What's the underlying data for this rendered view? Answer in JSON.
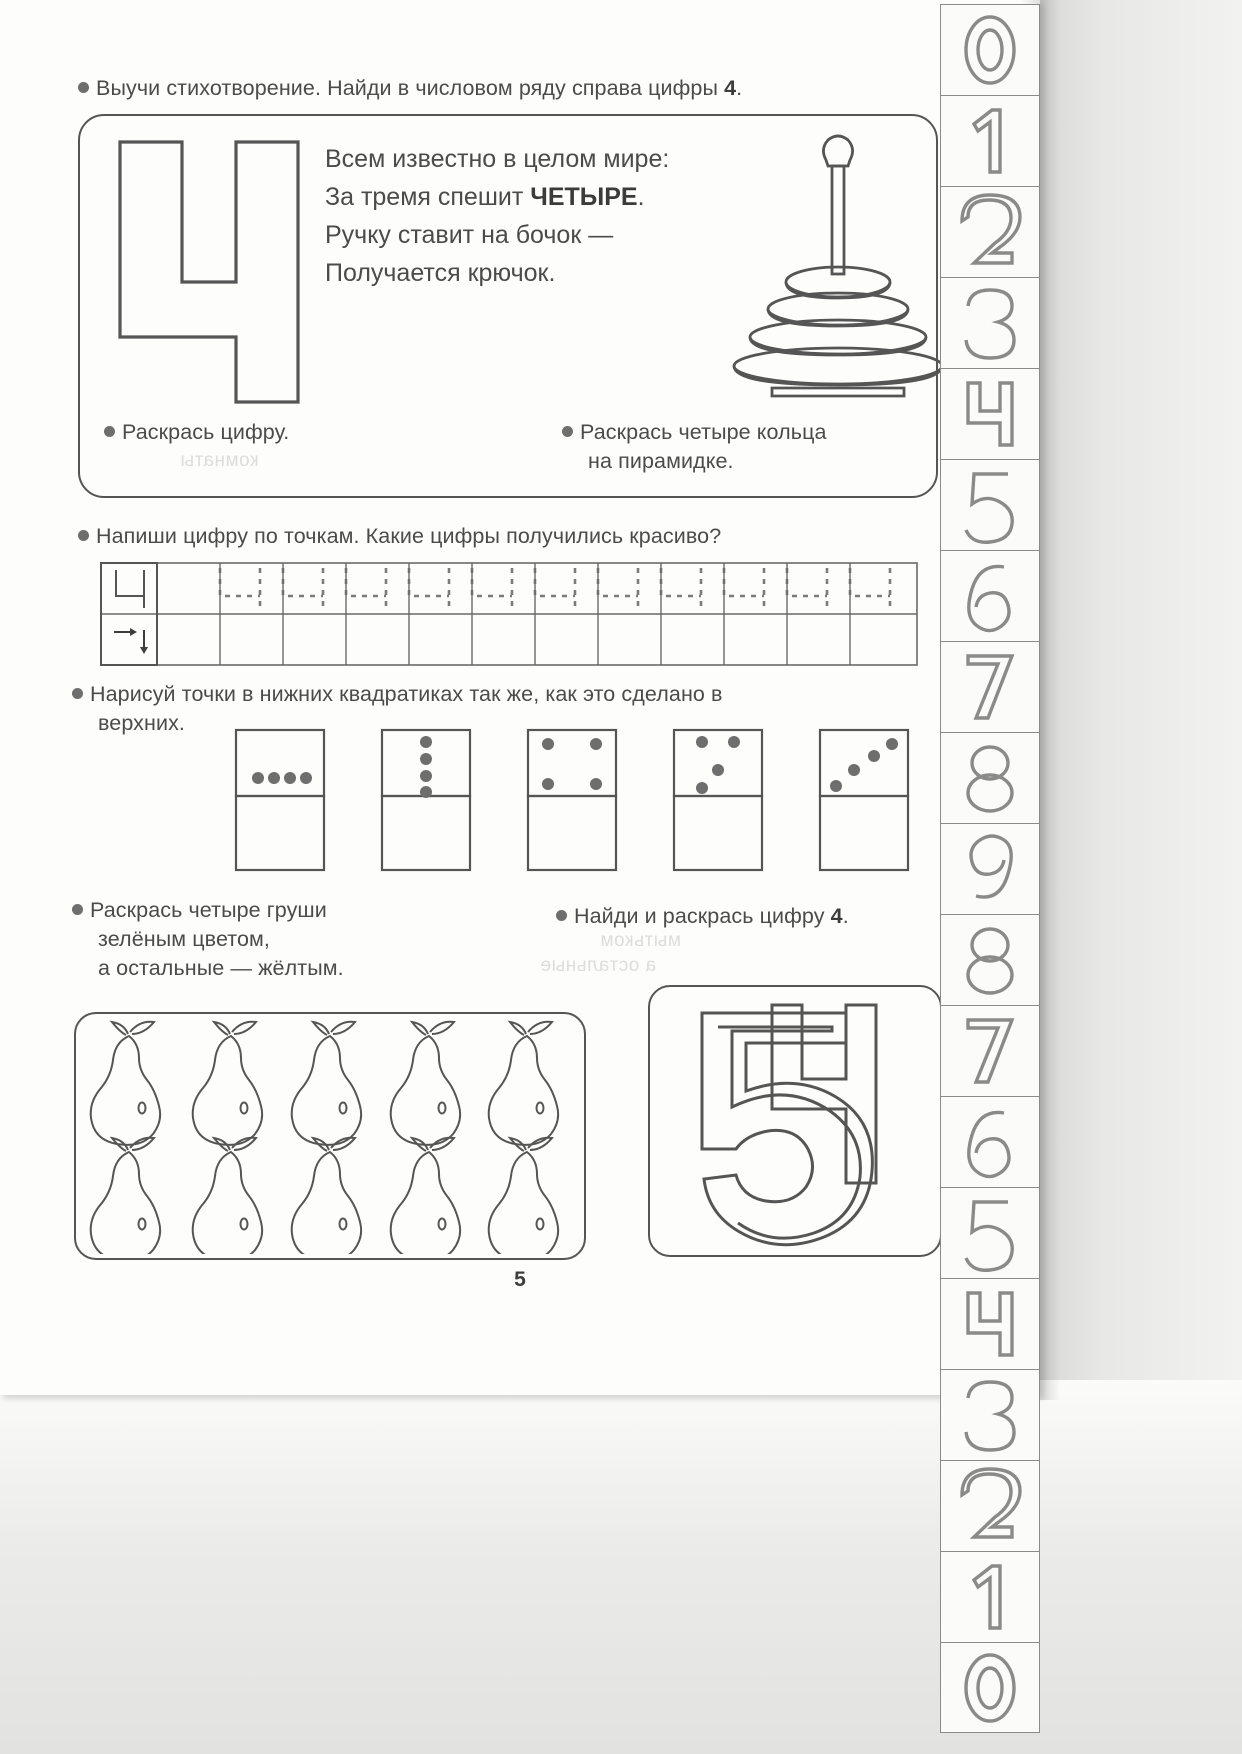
{
  "page": {
    "number": "5",
    "language": "ru"
  },
  "tasks": {
    "learn_poem": {
      "text_before": "Выучи стихотворение. Найди в числовом ряду справа цифры ",
      "digit": "4",
      "text_after": "."
    },
    "color_digit": {
      "text": "Раскрась цифру."
    },
    "color_rings": {
      "line1": "Раскрась четыре кольца",
      "line2": "на пирамидке."
    },
    "write_digit": {
      "text": "Напиши цифру по точкам. Какие цифры получились красиво?"
    },
    "draw_dots": {
      "line1": "Нарисуй точки в нижних квадратиках так же, как это сделано в",
      "line2": "верхних."
    },
    "color_pears": {
      "line1": "Раскрась четыре груши",
      "line2": "зелёным  цветом,",
      "line3": "а остальные — жёлтым."
    },
    "find_four": {
      "text_before": "Найди и раскрась цифру ",
      "digit": "4",
      "text_after": "."
    }
  },
  "poem": {
    "lines": [
      {
        "before": "Всем известно в целом мире:",
        "bold": "",
        "after": ""
      },
      {
        "before": "За тремя спешит ",
        "bold": "ЧЕТЫРЕ",
        "after": "."
      },
      {
        "before": "Ручку ставит на бочок —",
        "bold": "",
        "after": ""
      },
      {
        "before": "Получается крючок.",
        "bold": "",
        "after": ""
      }
    ]
  },
  "pyramid": {
    "rings": 4,
    "name": "toy-pyramid-with-four-rings"
  },
  "big_digit": {
    "glyph": "4",
    "style": "outline-block"
  },
  "write_grid": {
    "columns": 12,
    "rows": 2,
    "guide_arrows": [
      "down",
      "right",
      "down"
    ],
    "dotted": true
  },
  "domino_cards": [
    {
      "top_dots": 4,
      "pattern": "row-of-four-horizontal",
      "bottom_dots": 0
    },
    {
      "top_dots": 4,
      "pattern": "column-of-four-vertical",
      "bottom_dots": 0
    },
    {
      "top_dots": 4,
      "pattern": "four-corners",
      "bottom_dots": 0
    },
    {
      "top_dots": 4,
      "pattern": "two-top-two-middle",
      "bottom_dots": 0
    },
    {
      "top_dots": 4,
      "pattern": "diagonal-four",
      "bottom_dots": 0
    }
  ],
  "pears": {
    "rows": 2,
    "per_row": 5,
    "total": 10
  },
  "find_four_figure": {
    "digits": [
      "5",
      "4"
    ],
    "description": "overlapping outline digits"
  },
  "number_strip": {
    "cells": [
      "0",
      "1",
      "2",
      "3",
      "4",
      "5",
      "6",
      "7",
      "8",
      "9",
      "8",
      "7",
      "6",
      "5",
      "4",
      "3",
      "2",
      "1",
      "0"
    ]
  },
  "colors": {
    "ink": "#4b4b4b",
    "line": "#555555",
    "dot": "#6e6e6e",
    "strip_line": "#8a8a88",
    "paper": "#fdfdfc"
  }
}
